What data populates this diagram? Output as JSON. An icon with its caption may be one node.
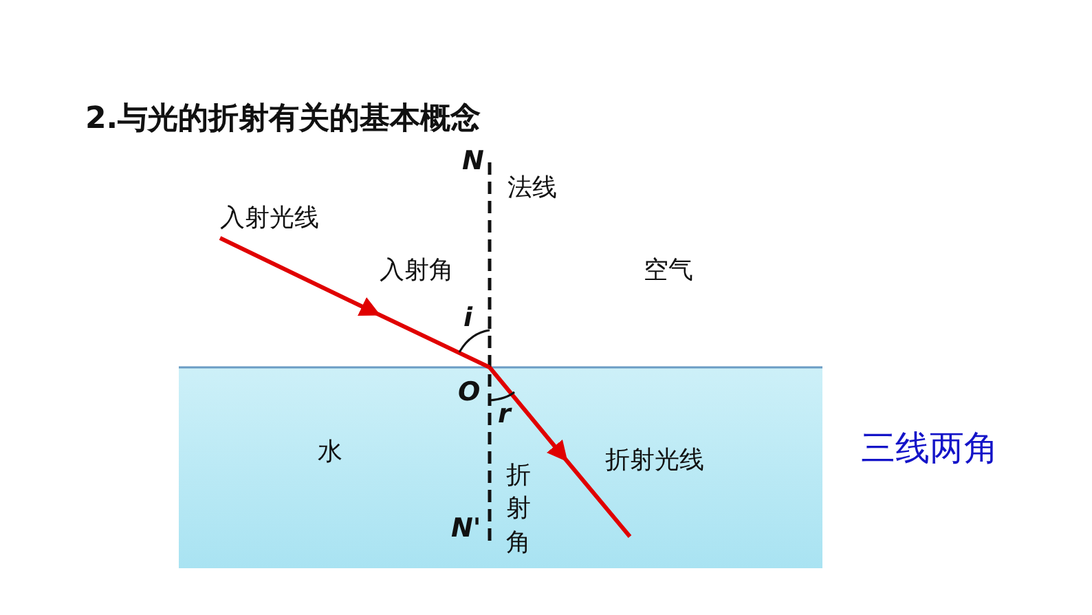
{
  "diagram": {
    "title": "2.与光的折射有关的基本概念",
    "labels": [
      "N",
      "法线",
      "入射光线",
      "入射角",
      "空气",
      "i",
      "O",
      "r",
      "水",
      "折射光线",
      "三线两角",
      "N'",
      "折射角"
    ]
  }
}
